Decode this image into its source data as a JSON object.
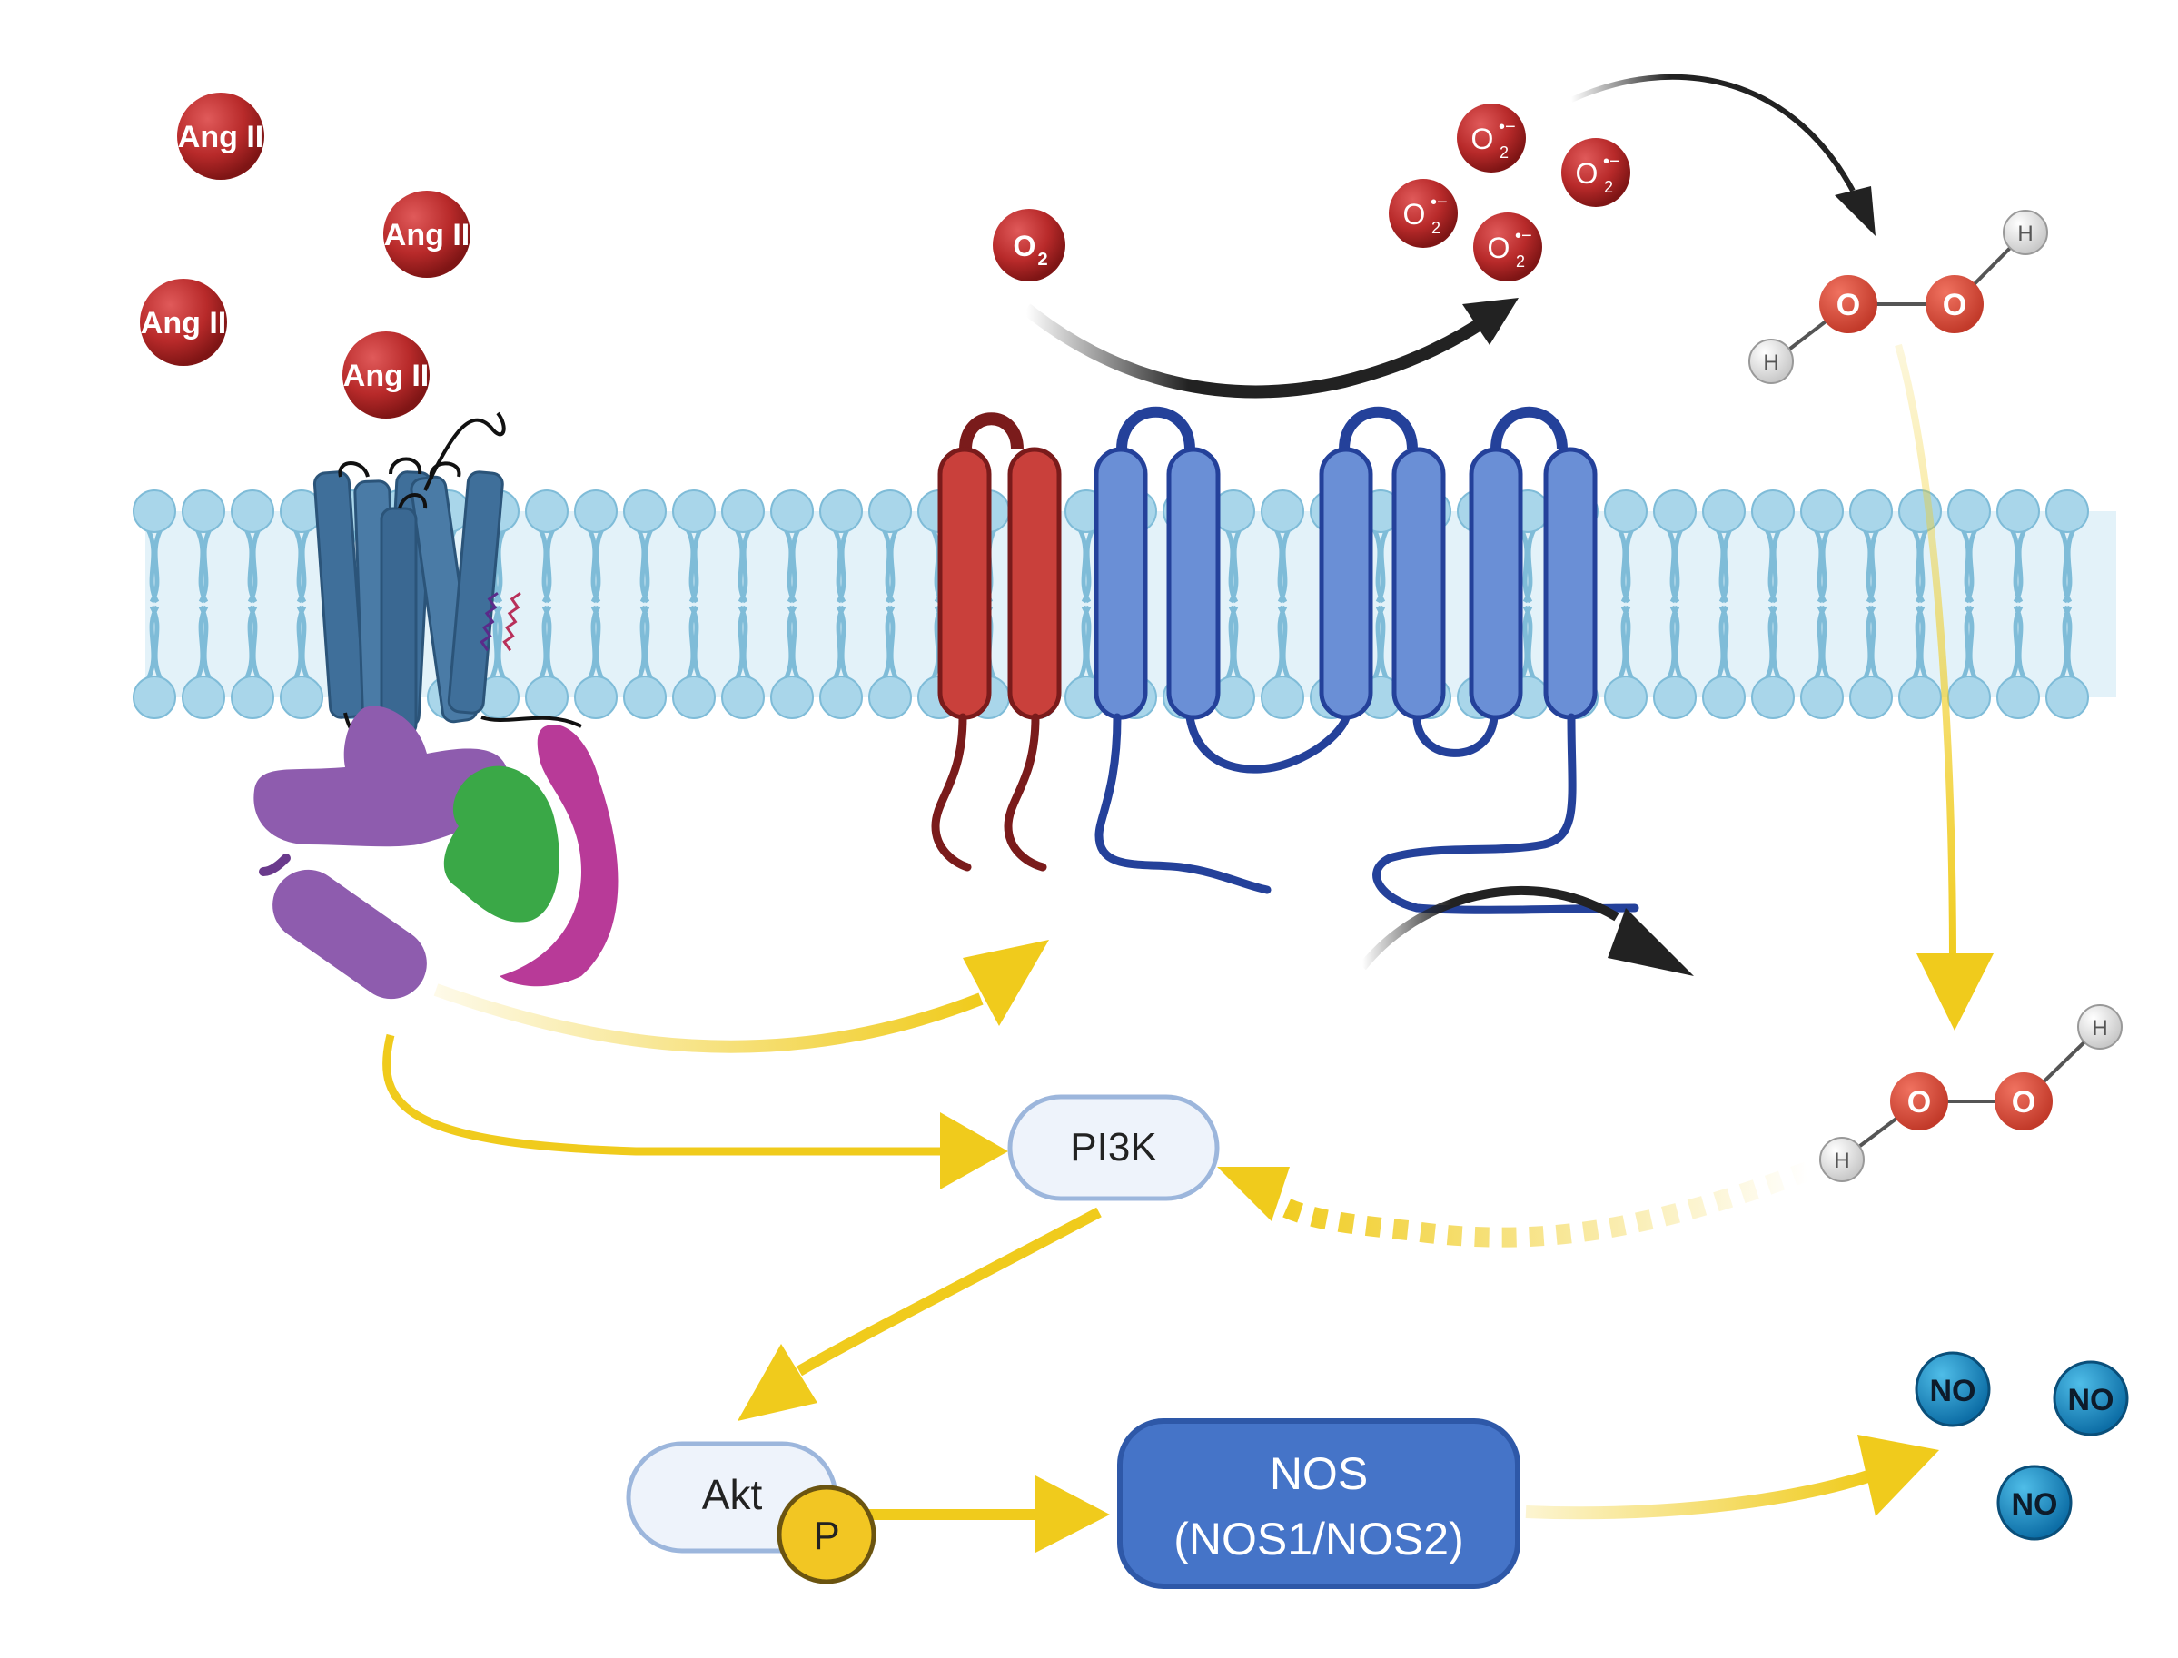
{
  "ligands": {
    "label": "Ang II",
    "count": 4
  },
  "oxygen": {
    "label": "O",
    "subscript": "2"
  },
  "superoxide": {
    "label": "O",
    "subscript": "2",
    "charge": "•−",
    "count": 4
  },
  "peroxide": {
    "o_label": "O",
    "h_label": "H"
  },
  "nodes": {
    "pi3k": "PI3K",
    "akt": "Akt",
    "phospho": "P",
    "nos_line1": "NOS",
    "nos_line2": "(NOS1/NOS2)"
  },
  "no": {
    "label": "NO",
    "count": 3
  },
  "colors": {
    "ligand": "#b82a2a",
    "membrane": "#a9d6ea",
    "membrane_edge": "#7fbcd8",
    "receptor": "#3f6f9a",
    "subunit_red": "#c9403b",
    "subunit_blue": "#6a8fd6",
    "tail_red": "#7a1b1b",
    "tail_blue": "#24419a",
    "arrow_yellow": "#f0cb1c",
    "arrow_black": "#222222",
    "pi3k_fill": "#eef3fb",
    "pi3k_border": "#9cb6dc",
    "nos_fill": "#4574c8",
    "nos_border": "#2e58a8",
    "phospho_fill": "#f2c623",
    "no_fill": "#1a8fc8",
    "purple": "#8e5cae",
    "green": "#3aa847",
    "magenta": "#b83a98"
  }
}
